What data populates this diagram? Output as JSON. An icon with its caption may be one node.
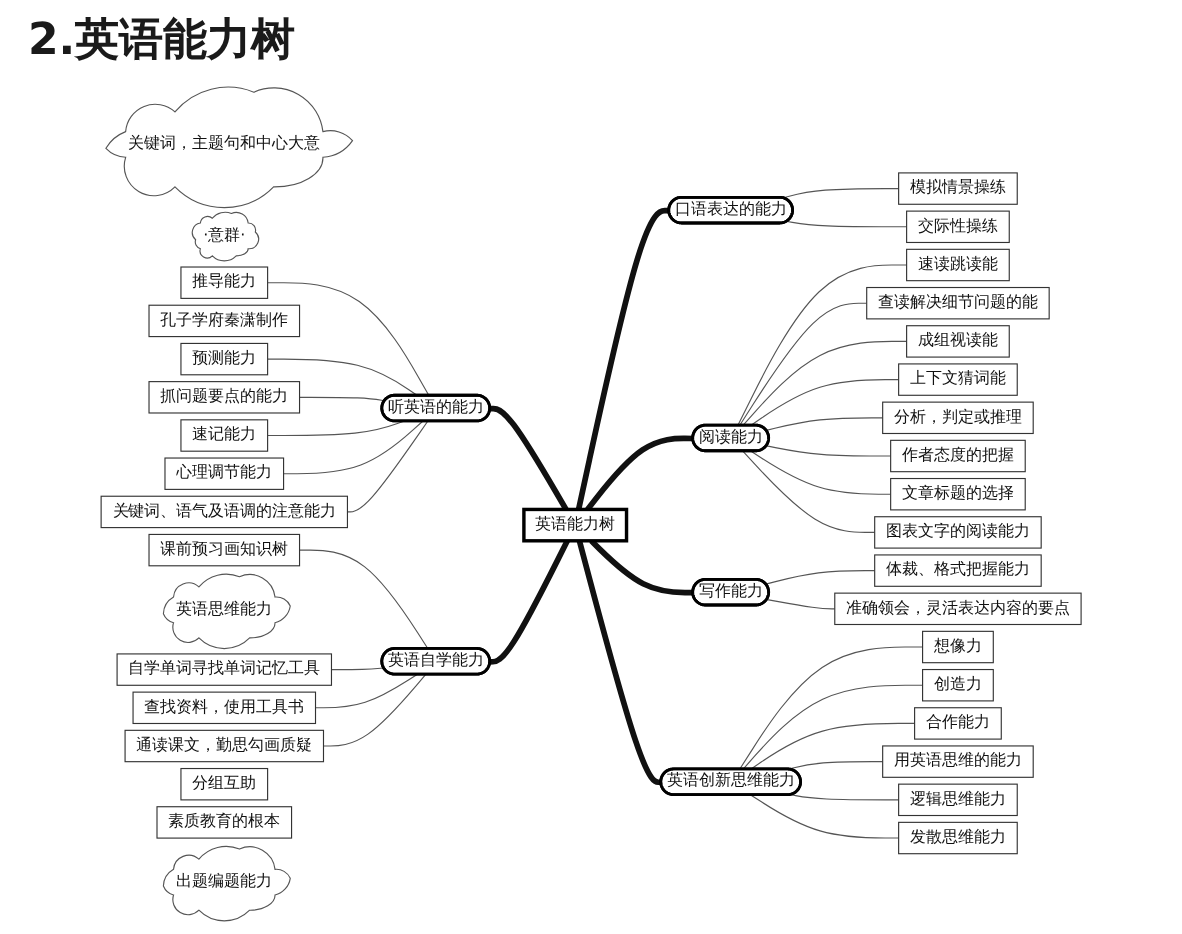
{
  "diagram": {
    "title": "2.英语能力树",
    "nodes": [
      {
        "text": [
          "关键词，主题句和中心大意"
        ]
      },
      {
        "text": [
          "·意群·"
        ]
      },
      {
        "text": [
          "分析，判定或推理"
        ]
      },
      {
        "text": [
          "作者态度的把握"
        ]
      },
      {
        "text": [
          "文章标题的选择"
        ]
      },
      {
        "text": [
          "推导能力"
        ]
      },
      {
        "text": [
          "孔子学府秦潇制作"
        ]
      },
      {
        "text": [
          "上下文猜词能"
        ]
      },
      {
        "text": [
          "速读跳读能"
        ]
      },
      {
        "text": [
          "查读解决细节问题的能"
        ]
      },
      {
        "text": [
          "成组视读能"
        ]
      },
      {
        "text": [
          "预测能力"
        ]
      },
      {
        "text": [
          "抓问题要点的能力"
        ]
      },
      {
        "text": [
          "速记能力"
        ]
      },
      {
        "text": [
          "模拟情景操练"
        ]
      },
      {
        "text": [
          "交际性操练"
        ]
      },
      {
        "text": [
          "图表文字的阅读能力"
        ]
      },
      {
        "text": [
          "心理调节能力"
        ]
      },
      {
        "text": [
          "口语表达的能力"
        ]
      },
      {
        "text": [
          "阅读能力"
        ]
      },
      {
        "text": [
          "体裁、格式把握能力"
        ]
      },
      {
        "text": [
          "关键词、语气及语调的注意能力"
        ]
      },
      {
        "text": [
          "听英语的能力"
        ]
      },
      {
        "text": [
          "准确领会，灵活表达内容的要点"
        ]
      },
      {
        "text": [
          "写作能力"
        ]
      },
      {
        "text": [
          "课前预习画知识树"
        ]
      },
      {
        "text": [
          "英语思维能力"
        ]
      },
      {
        "text": [
          "自学单词寻找单词记忆工具"
        ]
      },
      {
        "text": [
          "英语自学能力"
        ]
      },
      {
        "text": [
          "英语能力树"
        ]
      },
      {
        "text": [
          "英语创新思维能力"
        ]
      },
      {
        "text": [
          "查找资料，使用工具书"
        ]
      },
      {
        "text": [
          "想像力"
        ]
      },
      {
        "text": [
          "创造力"
        ]
      },
      {
        "text": [
          "合作能力"
        ]
      },
      {
        "text": [
          "通读课文，勤思勾画质疑"
        ]
      },
      {
        "text": [
          "分组互助"
        ]
      },
      {
        "text": [
          "素质教育的根本"
        ]
      },
      {
        "text": [
          "用英语思维的能力"
        ]
      },
      {
        "text": [
          "逻辑思维能力"
        ]
      },
      {
        "text": [
          "发散思维能力"
        ]
      },
      {
        "text": [
          "出题编题能力"
        ]
      }
    ],
    "edges": [
      {
        "from": 22,
        "to": 29,
        "arrow": "none",
        "style": "thick"
      },
      {
        "from": 28,
        "to": 29,
        "arrow": "none",
        "style": "thick"
      },
      {
        "from": 29,
        "to": 18,
        "arrow": "none",
        "style": "thick"
      },
      {
        "from": 29,
        "to": 19,
        "arrow": "none",
        "style": "thick"
      },
      {
        "from": 29,
        "to": 24,
        "arrow": "none",
        "style": "thick"
      },
      {
        "from": 29,
        "to": 30,
        "arrow": "none",
        "style": "thick"
      },
      {
        "from": 5,
        "to": 22,
        "arrow": "none"
      },
      {
        "from": 11,
        "to": 22,
        "arrow": "none"
      },
      {
        "from": 12,
        "to": 22,
        "arrow": "none"
      },
      {
        "from": 13,
        "to": 22,
        "arrow": "none"
      },
      {
        "from": 17,
        "to": 22,
        "arrow": "none"
      },
      {
        "from": 21,
        "to": 22,
        "arrow": "none"
      },
      {
        "from": 25,
        "to": 28,
        "arrow": "none"
      },
      {
        "from": 27,
        "to": 28,
        "arrow": "none"
      },
      {
        "from": 31,
        "to": 28,
        "arrow": "none"
      },
      {
        "from": 35,
        "to": 28,
        "arrow": "none"
      },
      {
        "from": 18,
        "to": 14,
        "arrow": "none"
      },
      {
        "from": 18,
        "to": 15,
        "arrow": "none"
      },
      {
        "from": 19,
        "to": 8,
        "arrow": "none"
      },
      {
        "from": 19,
        "to": 9,
        "arrow": "none"
      },
      {
        "from": 19,
        "to": 10,
        "arrow": "none"
      },
      {
        "from": 19,
        "to": 7,
        "arrow": "none"
      },
      {
        "from": 19,
        "to": 2,
        "arrow": "none"
      },
      {
        "from": 19,
        "to": 3,
        "arrow": "none"
      },
      {
        "from": 19,
        "to": 4,
        "arrow": "none"
      },
      {
        "from": 19,
        "to": 16,
        "arrow": "none"
      },
      {
        "from": 24,
        "to": 20,
        "arrow": "none"
      },
      {
        "from": 24,
        "to": 23,
        "arrow": "none"
      },
      {
        "from": 30,
        "to": 32,
        "arrow": "none"
      },
      {
        "from": 30,
        "to": 33,
        "arrow": "none"
      },
      {
        "from": 30,
        "to": 34,
        "arrow": "none"
      },
      {
        "from": 30,
        "to": 38,
        "arrow": "none"
      },
      {
        "from": 30,
        "to": 39,
        "arrow": "none"
      },
      {
        "from": 30,
        "to": 40,
        "arrow": "none"
      }
    ]
  }
}
